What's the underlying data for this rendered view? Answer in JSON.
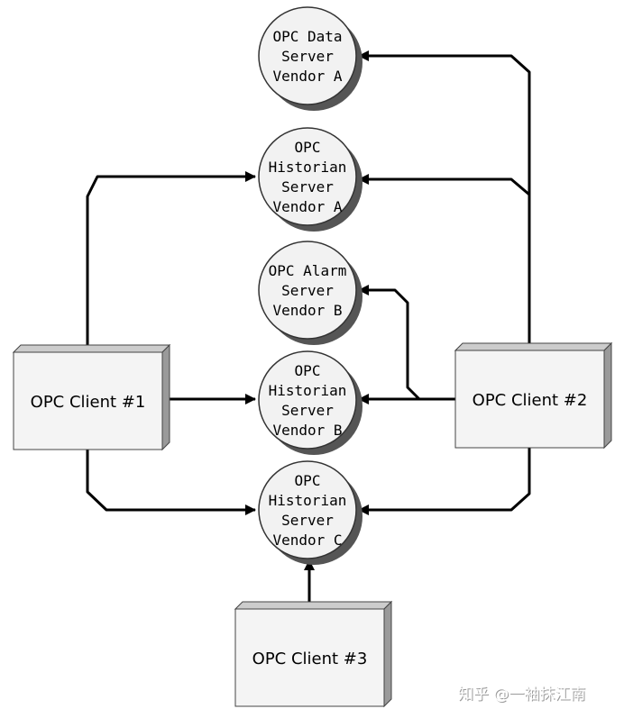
{
  "clients": [
    {
      "id": "c1",
      "label": "OPC Client #1"
    },
    {
      "id": "c2",
      "label": "OPC Client #2"
    },
    {
      "id": "c3",
      "label": "OPC Client #3"
    }
  ],
  "servers": [
    {
      "id": "s1",
      "lines": [
        "OPC Data",
        "Server",
        "Vendor A"
      ]
    },
    {
      "id": "s2",
      "lines": [
        "OPC",
        "Historian",
        "Server",
        "Vendor A"
      ]
    },
    {
      "id": "s3",
      "lines": [
        "OPC Alarm",
        "Server",
        "Vendor B"
      ]
    },
    {
      "id": "s4",
      "lines": [
        "OPC",
        "Historian",
        "Server",
        "Vendor B"
      ]
    },
    {
      "id": "s5",
      "lines": [
        "OPC",
        "Historian",
        "Server",
        "Vendor C"
      ]
    }
  ],
  "connections": [
    {
      "from": "c1",
      "to": "s2"
    },
    {
      "from": "c1",
      "to": "s4"
    },
    {
      "from": "c1",
      "to": "s5"
    },
    {
      "from": "c2",
      "to": "s1"
    },
    {
      "from": "c2",
      "to": "s2"
    },
    {
      "from": "c2",
      "to": "s3"
    },
    {
      "from": "c2",
      "to": "s4"
    },
    {
      "from": "c2",
      "to": "s5"
    },
    {
      "from": "c3",
      "to": "s5"
    }
  ],
  "watermark": "知乎 @一袖抹江南"
}
